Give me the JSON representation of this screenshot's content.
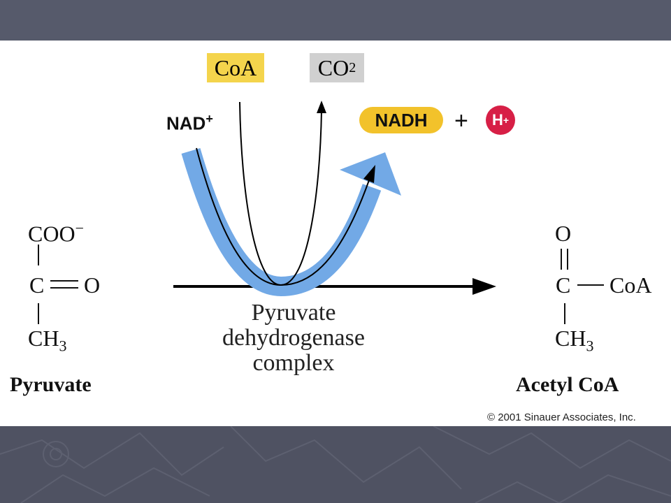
{
  "diagram": {
    "inputs": {
      "coa": {
        "main": "CoA",
        "color": "#f4d44c"
      },
      "nad": {
        "main": "NAD",
        "sup": "+"
      }
    },
    "outputs": {
      "co2": {
        "main": "CO",
        "sub": "2",
        "color": "#d0d0d0"
      },
      "nadh": {
        "main": "NADH",
        "color": "#f2c22b"
      },
      "plus": "+",
      "hplus": {
        "main": "H",
        "sup": "+",
        "color": "#d71f46"
      }
    },
    "enzyme": {
      "line1": "Pyruvate",
      "line2": "dehydrogenase",
      "line3": "complex"
    },
    "pyruvate": {
      "group_top": "COO",
      "charge": "−",
      "carbon": "C",
      "oxygen": "O",
      "methyl_main": "CH",
      "methyl_sub": "3",
      "name": "Pyruvate"
    },
    "acetyl_coa": {
      "oxygen": "O",
      "carbon": "C",
      "coa": "CoA",
      "methyl_main": "CH",
      "methyl_sub": "3",
      "name": "Acetyl CoA"
    },
    "copyright": "© 2001 Sinauer Associates, Inc.",
    "arrow_color": "#72a9e6"
  }
}
